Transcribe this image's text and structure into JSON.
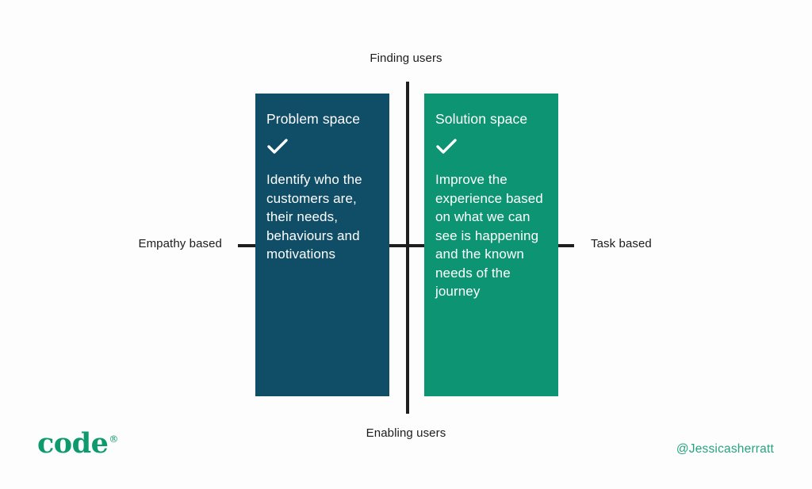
{
  "axes": {
    "top_label": "Finding users",
    "bottom_label": "Enabling users",
    "left_label": "Empathy based",
    "right_label": "Task based",
    "line_color": "#1e1e1e"
  },
  "quadrants": [
    {
      "title": "Problem space",
      "check_icon": "checkmark",
      "body": "Identify who the customers are, their needs, behaviours and motivations",
      "bg_color": "#104d67"
    },
    {
      "title": "Solution space",
      "check_icon": "checkmark",
      "body": "Improve the experience based on what we can see is happening and the known needs of the journey",
      "bg_color": "#0d9472"
    }
  ],
  "footer": {
    "logo_text": "code",
    "logo_mark": "®",
    "logo_color": "#0f9a6e",
    "handle": "@Jessicasherratt",
    "handle_color": "#25a37d"
  }
}
